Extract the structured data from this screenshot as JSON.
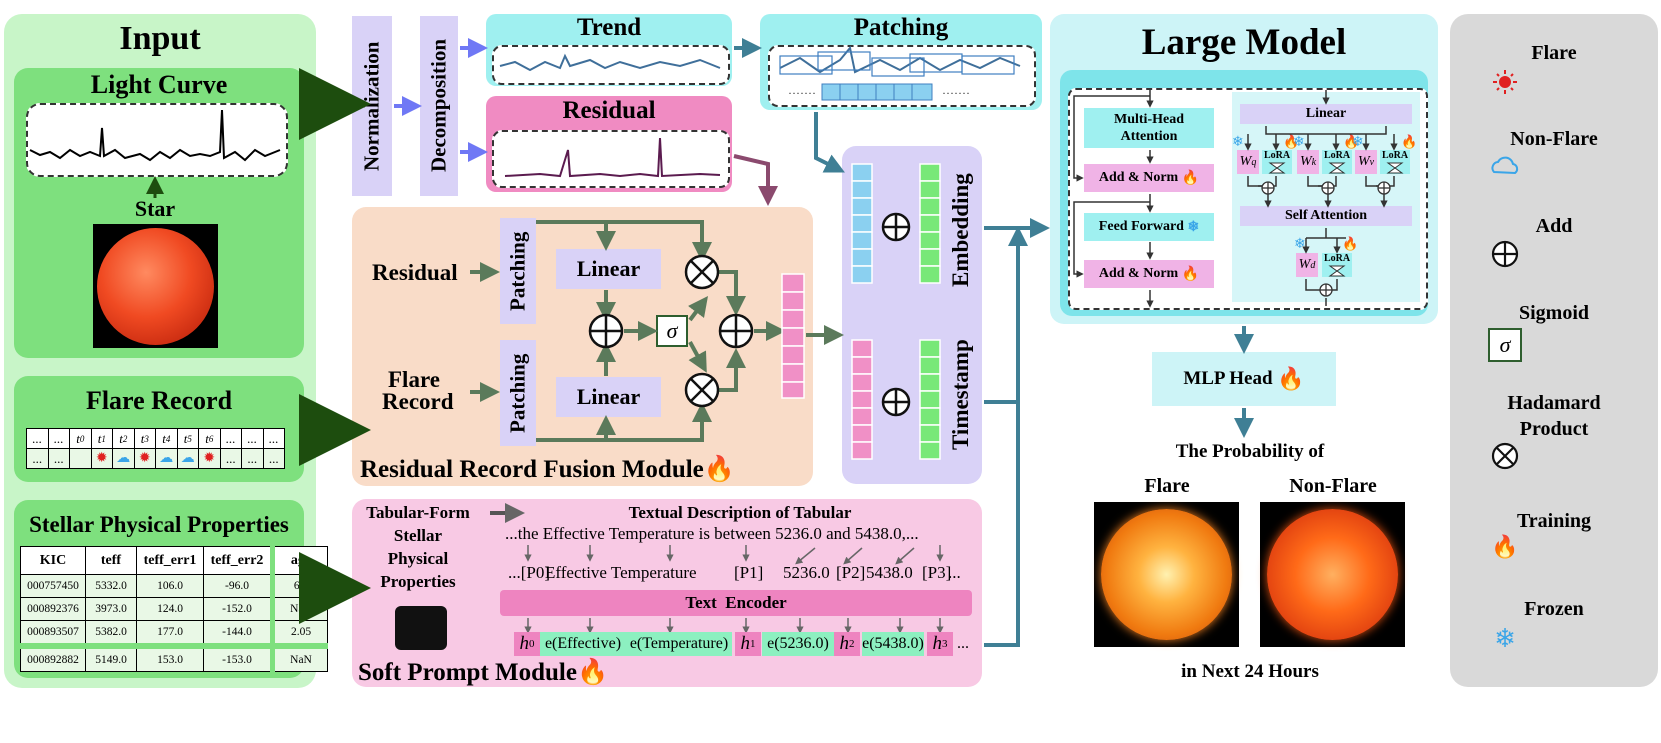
{
  "input": {
    "title": "Input",
    "light_curve_title": "Light Curve",
    "star_label": "Star",
    "flare_record_title": "Flare Record",
    "flare_record_cells": [
      "...",
      "...",
      "t0",
      "t1",
      "t2",
      "t3",
      "t4",
      "t5",
      "t6",
      "...",
      "...",
      "..."
    ],
    "stellar_title": "Stellar Physical Properties",
    "table_headers": [
      "KIC",
      "teff",
      "teff_err1",
      "teff_err2",
      "age"
    ],
    "table_rows": [
      [
        "000757450",
        "5332.0",
        "106.0",
        "-96.0",
        "6.8"
      ],
      [
        "000892376",
        "3973.0",
        "124.0",
        "-152.0",
        "NaN"
      ],
      [
        "000893507",
        "5382.0",
        "177.0",
        "-144.0",
        "2.05"
      ],
      [
        "000892882",
        "5149.0",
        "153.0",
        "-153.0",
        "NaN"
      ]
    ]
  },
  "preprocess": {
    "normalization": "Normalization",
    "decomposition": "Decomposition",
    "trend": "Trend",
    "residual": "Residual",
    "patching": "Patching"
  },
  "fusion": {
    "title": "Residual Record Fusion Module",
    "residual_input": "Residual",
    "flare_input_line1": "Flare",
    "flare_input_line2": "Record",
    "patching_top": "Patching",
    "patching_bottom": "Patching",
    "linear_top": "Linear",
    "linear_bottom": "Linear",
    "sigma": "σ"
  },
  "embedding": {
    "embedding_label": "Embedding",
    "timestamp_label": "Timestamp"
  },
  "soft_prompt": {
    "title": "Soft Prompt Module",
    "tabular_label": [
      "Tabular-Form",
      "Stellar",
      "Physical",
      "Properties"
    ],
    "textual_title": "Textual Description of Tabular",
    "sentence": "...the Effective Temperature is between 5236.0 and 5438.0,...",
    "templated": [
      "...[P0]",
      "Effective Temperature",
      "[P1]",
      "5236.0",
      "[P2]",
      "5438.0",
      "[P3]",
      "..."
    ],
    "encoder": "Text  Encoder",
    "tokens": [
      "h0",
      "e(Effective)",
      "e(Temperature)",
      "h1",
      "e(5236.0)",
      "h2",
      "e(5438.0)",
      "h3",
      "..."
    ]
  },
  "large_model": {
    "title": "Large Model",
    "mha": [
      "Multi-Head",
      "Attention"
    ],
    "add_norm_1": "Add & Norm",
    "feed_forward": "Feed Forward",
    "add_norm_2": "Add & Norm",
    "linear": "Linear",
    "self_attention": "Self Attention",
    "w_q": "W",
    "w_q_sub": "q",
    "w_k": "W",
    "w_k_sub": "k",
    "w_v": "W",
    "w_v_sub": "v",
    "w_d": "W",
    "w_d_sub": "d",
    "lora": "LoRA"
  },
  "output": {
    "mlp_head": "MLP Head",
    "probability_of": "The Probability of",
    "flare": "Flare",
    "non_flare": "Non-Flare",
    "next_24": "in Next 24 Hours"
  },
  "legend": {
    "flare": "Flare",
    "non_flare": "Non-Flare",
    "add": "Add",
    "sigmoid": "Sigmoid",
    "sigmoid_symbol": "σ",
    "hadamard_line1": "Hadamard",
    "hadamard_line2": "Product",
    "training": "Training",
    "frozen": "Frozen"
  },
  "colors": {
    "input_panel": "#c8f5c8",
    "input_sub": "#7ee07e",
    "norm_box": "#d9d2f7",
    "trend": "#9ff0f0",
    "residual": "#f08bc2",
    "fusion": "#f9dcc8",
    "embedding": "#d9d2f7",
    "soft_prompt": "#f8c9e4",
    "large_model": "#cdf4f7",
    "legend_panel": "#d9d9d9",
    "arrow_dark_green": "#1d4d0e",
    "arrow_teal": "#3f7f95",
    "arrow_blue": "#6f78f5"
  }
}
